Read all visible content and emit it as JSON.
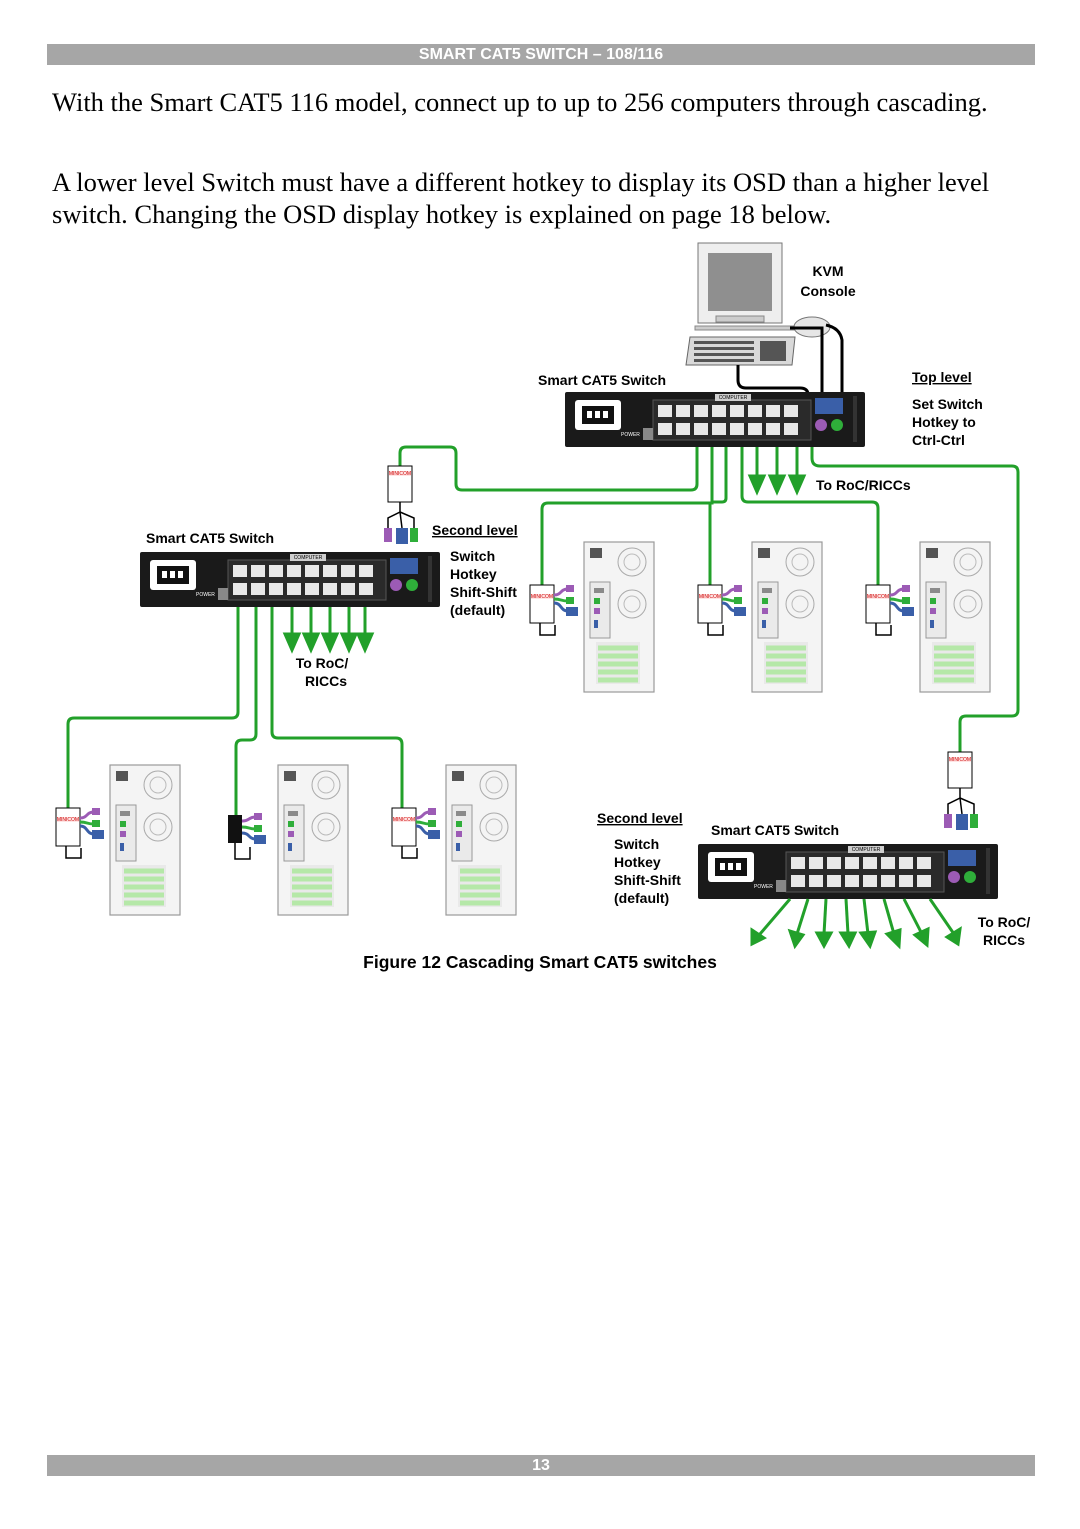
{
  "header": {
    "title": "SMART CAT5 SWITCH – 108/116"
  },
  "body": {
    "paragraph1": "With the Smart CAT5 116 model, connect up to up to 256 computers through cascading.",
    "paragraph2": "A lower level Switch must have a different hotkey to display its OSD than a higher level switch. Changing the OSD display hotkey is explained on page 18 below."
  },
  "diagram": {
    "kvm_label_1": "KVM",
    "kvm_label_2": "Console",
    "top_switch_label": "Smart CAT5 Switch",
    "top_level_heading": "Top level",
    "top_level_note_1": "Set Switch",
    "top_level_note_2": "Hotkey to",
    "top_level_note_3": "Ctrl-Ctrl",
    "top_to_roc": "To RoC/RICCs",
    "left_switch_label": "Smart CAT5 Switch",
    "second_level_heading": "Second level",
    "second_level_note_1": "Switch",
    "second_level_note_2": "Hotkey",
    "second_level_note_3": "Shift-Shift",
    "second_level_note_4": "(default)",
    "left_to_roc_1": "To RoC/",
    "left_to_roc_2": "RICCs",
    "bottom_second_level_heading": "Second level",
    "bottom_note_1": "Switch",
    "bottom_note_2": "Hotkey",
    "bottom_note_3": "Shift-Shift",
    "bottom_note_4": "(default)",
    "bottom_switch_label": "Smart CAT5 Switch",
    "bottom_to_roc_1": "To RoC/",
    "bottom_to_roc_2": "RICCs",
    "panel_computer": "COMPUTER",
    "panel_power": "POWER",
    "colors": {
      "cable": "#22a02a",
      "device": "#1a1a1a",
      "accent_red": "#cc0000"
    }
  },
  "caption": "Figure 12 Cascading Smart CAT5 switches",
  "footer": {
    "page_number": "13"
  }
}
